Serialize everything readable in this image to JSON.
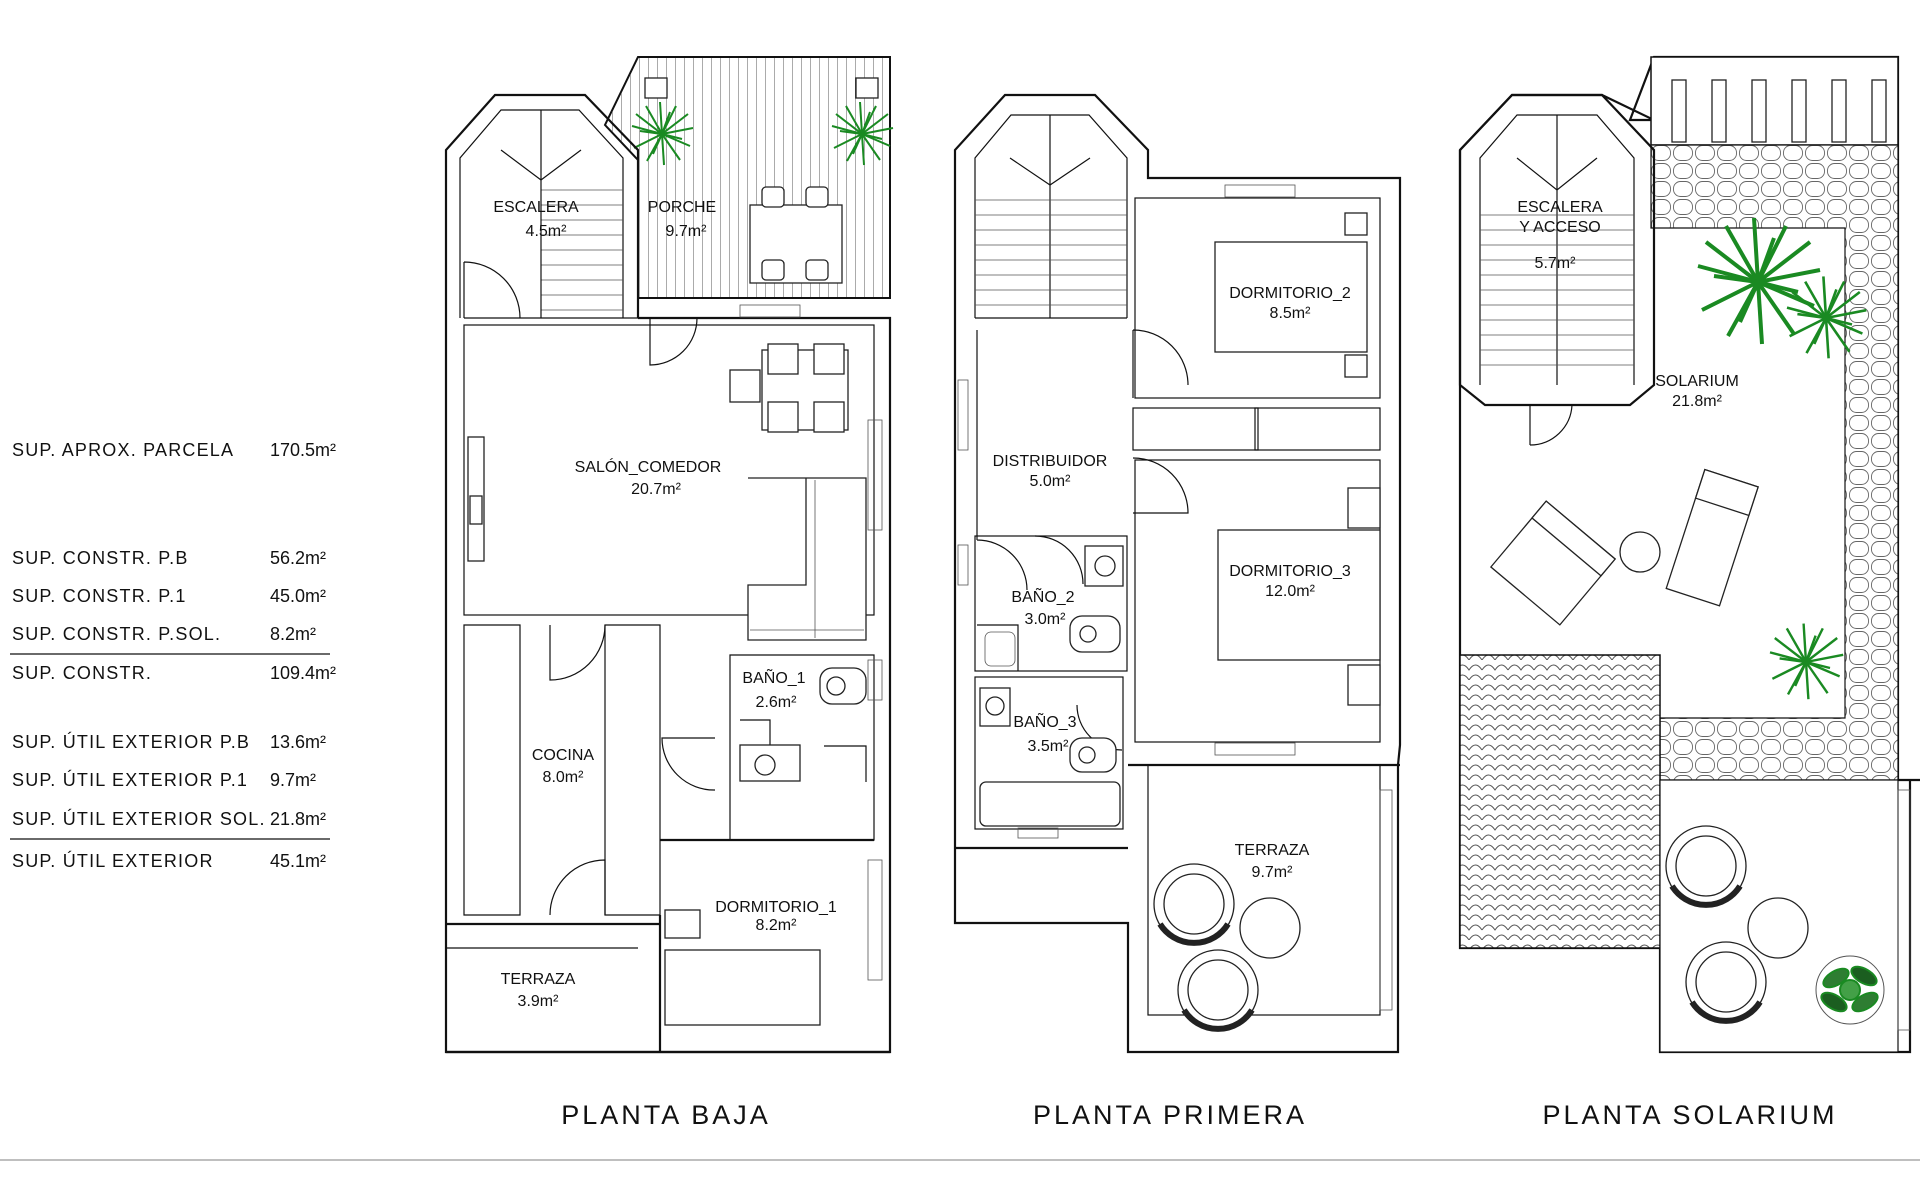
{
  "legend": {
    "parcela": {
      "label": "SUP. APROX. PARCELA",
      "value": "170.5m²"
    },
    "constr_pb": {
      "label": "SUP. CONSTR. P.B",
      "value": "56.2m²"
    },
    "constr_p1": {
      "label": "SUP. CONSTR. P.1",
      "value": "45.0m²"
    },
    "constr_psol": {
      "label": "SUP. CONSTR. P.SOL.",
      "value": "8.2m²"
    },
    "constr_total": {
      "label": "SUP. CONSTR.",
      "value": "109.4m²"
    },
    "ext_pb": {
      "label": "SUP. ÚTIL EXTERIOR P.B",
      "value": "13.6m²"
    },
    "ext_p1": {
      "label": "SUP. ÚTIL EXTERIOR P.1",
      "value": "9.7m²"
    },
    "ext_sol": {
      "label": "SUP. ÚTIL EXTERIOR SOL.",
      "value": "21.8m²"
    },
    "ext_total": {
      "label": "SUP. ÚTIL EXTERIOR",
      "value": "45.1m²"
    }
  },
  "planta_baja": {
    "title": "PLANTA BAJA",
    "escalera": {
      "name": "ESCALERA",
      "area": "4.5m²"
    },
    "porche": {
      "name": "PORCHE",
      "area": "9.7m²"
    },
    "salon": {
      "name": "SALÓN_COMEDOR",
      "area": "20.7m²"
    },
    "bano1": {
      "name": "BAÑO_1",
      "area": "2.6m²"
    },
    "cocina": {
      "name": "COCINA",
      "area": "8.0m²"
    },
    "dormitorio1": {
      "name": "DORMITORIO_1",
      "area": "8.2m²"
    },
    "terraza": {
      "name": "TERRAZA",
      "area": "3.9m²"
    }
  },
  "planta_primera": {
    "title": "PLANTA PRIMERA",
    "dormitorio2": {
      "name": "DORMITORIO_2",
      "area": "8.5m²"
    },
    "distribuidor": {
      "name": "DISTRIBUIDOR",
      "area": "5.0m²"
    },
    "dormitorio3": {
      "name": "DORMITORIO_3",
      "area": "12.0m²"
    },
    "bano2": {
      "name": "BAÑO_2",
      "area": "3.0m²"
    },
    "bano3": {
      "name": "BAÑO_3",
      "area": "3.5m²"
    },
    "terraza": {
      "name": "TERRAZA",
      "area": "9.7m²"
    }
  },
  "planta_solarium": {
    "title": "PLANTA SOLARIUM",
    "escalera": {
      "name_line1": "ESCALERA",
      "name_line2": "Y ACCESO",
      "area": "5.7m²"
    },
    "solarium": {
      "name": "SOLARIUM",
      "area": "21.8m²"
    }
  },
  "colors": {
    "lines": "#111111",
    "plants": "#1a8a22",
    "background": "#ffffff"
  }
}
